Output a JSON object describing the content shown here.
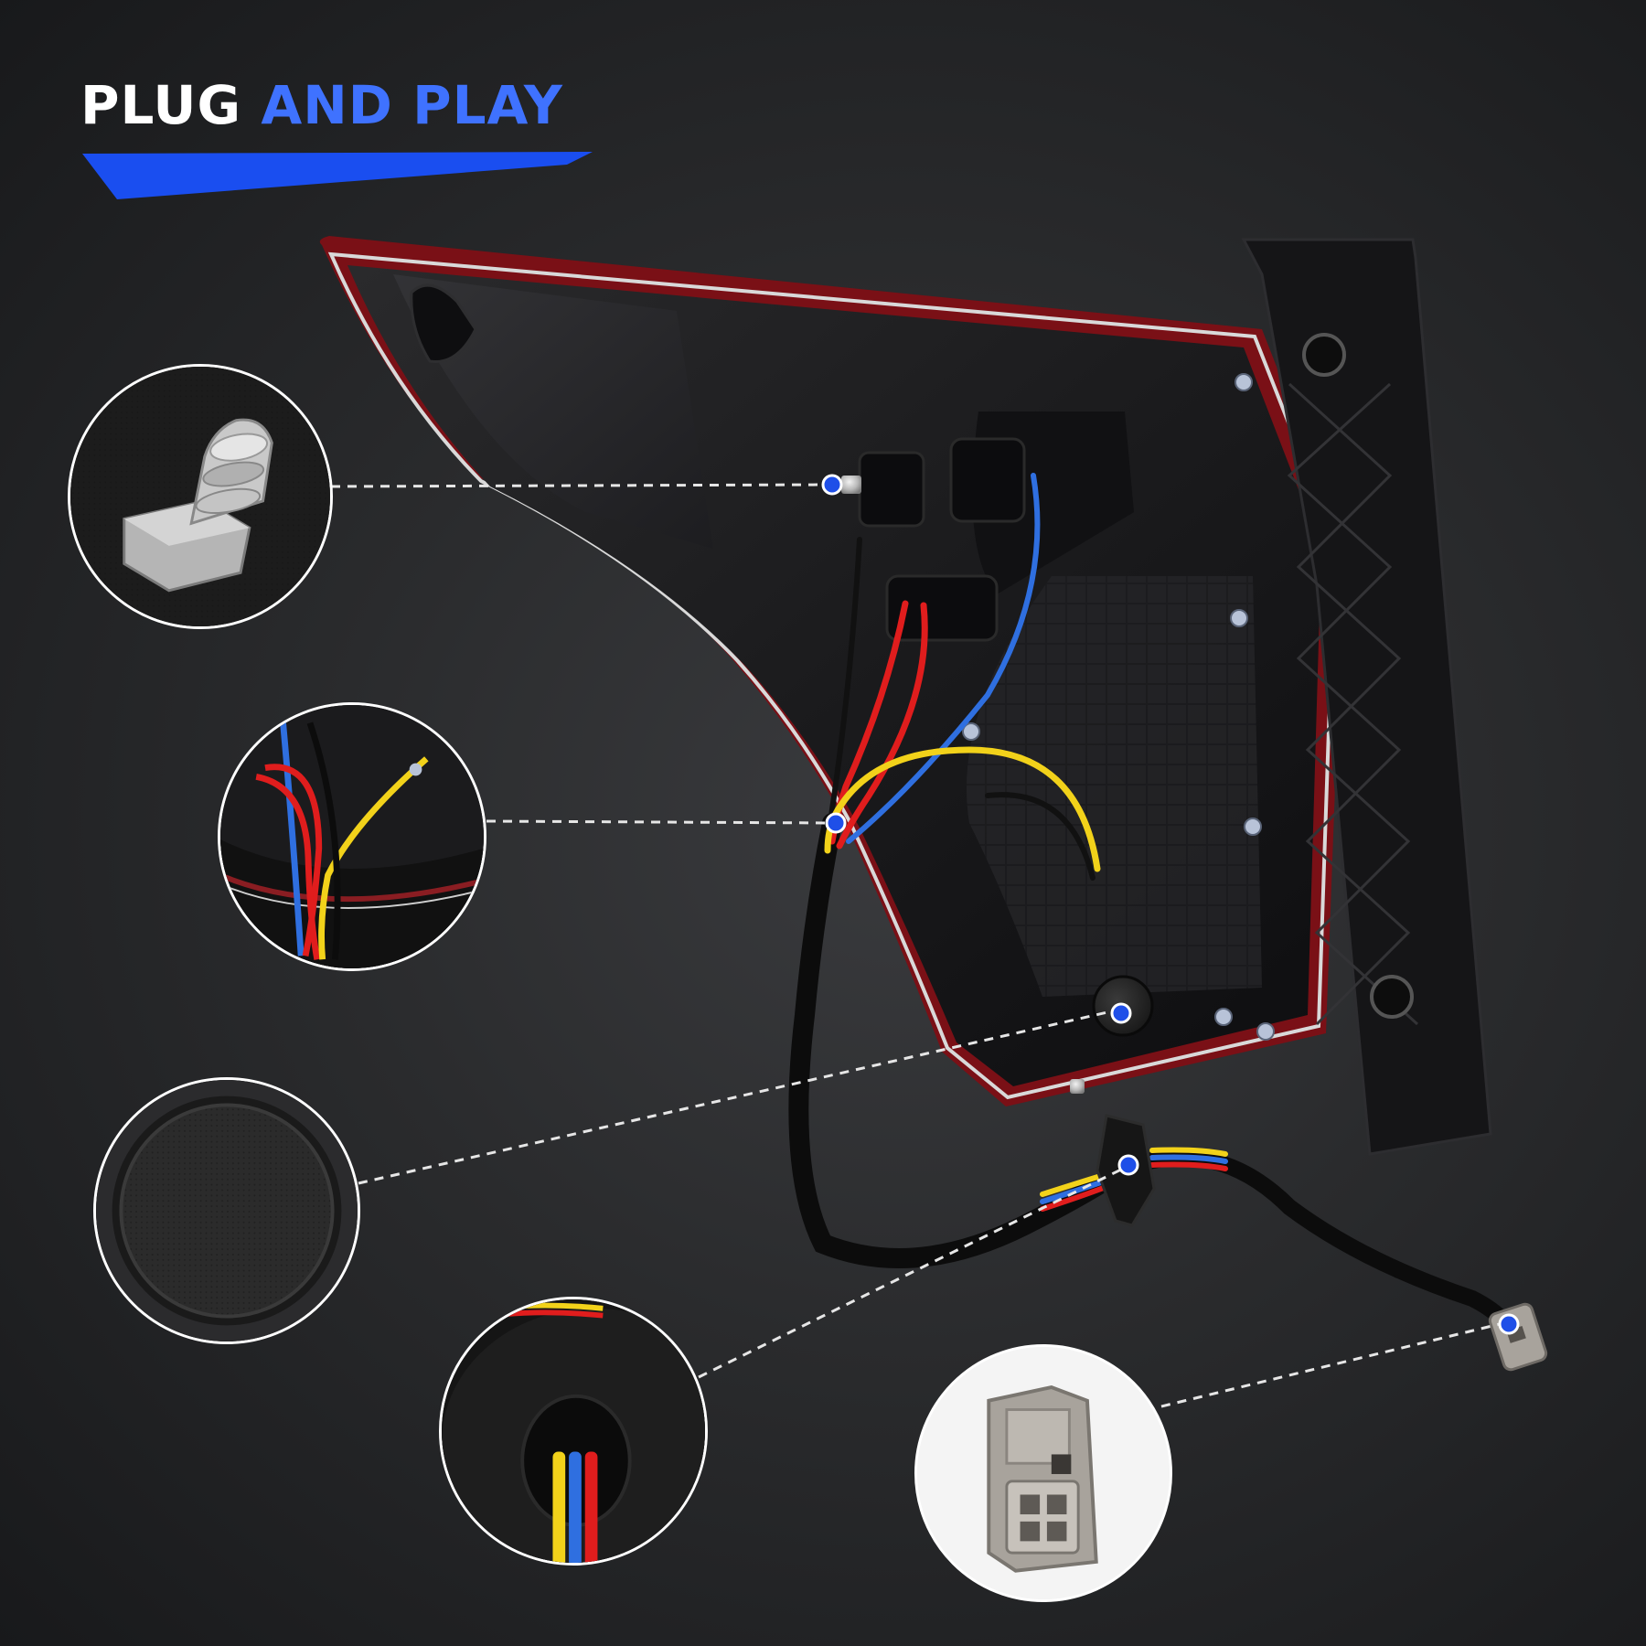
{
  "heading": {
    "word1": "PLUG",
    "word2": "AND",
    "word3": "PLAY"
  },
  "colors": {
    "heading_white": "#ffffff",
    "heading_blue": "#3f72ff",
    "accent_bar": "#1a4ef0",
    "marker_dot": "#1f4fe8",
    "leader_line": "#e6e6e6",
    "wire_red": "#e01d1d",
    "wire_blue": "#2f6fe0",
    "wire_yellow": "#f2d21a",
    "wire_black": "#111111"
  },
  "callouts": [
    {
      "id": "mounting-stud",
      "subject": "threaded-mounting-stud-icon"
    },
    {
      "id": "wiring-harness",
      "subject": "wire-bundle-icon"
    },
    {
      "id": "rubber-cap",
      "subject": "rubber-plug-icon"
    },
    {
      "id": "grommet",
      "subject": "wire-grommet-icon"
    },
    {
      "id": "connector",
      "subject": "harness-connector-icon"
    }
  ]
}
